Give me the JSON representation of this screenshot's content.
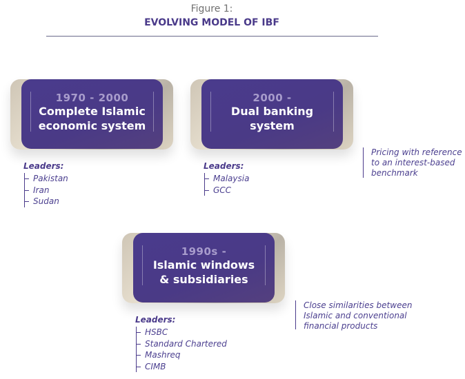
{
  "header": {
    "figure_label": "Figure 1:",
    "title": "EVOLVING MODEL OF IBF"
  },
  "stages": [
    {
      "period": "1970 - 2000",
      "title_line1": "Complete Islamic",
      "title_line2": "economic system",
      "leaders_label": "Leaders:",
      "leaders": [
        "Pakistan",
        "Iran",
        "Sudan"
      ]
    },
    {
      "period": "2000 -",
      "title_line1": "Dual banking",
      "title_line2": "system",
      "leaders_label": "Leaders:",
      "leaders": [
        "Malaysia",
        "GCC"
      ],
      "note": [
        "Pricing with reference",
        "to an interest-based",
        "benchmark"
      ]
    },
    {
      "period": "1990s -",
      "title_line1": "Islamic windows",
      "title_line2": "& subsidiaries",
      "leaders_label": "Leaders:",
      "leaders": [
        "HSBC",
        "Standard Chartered",
        "Mashreq",
        "CIMB"
      ],
      "note": [
        "Close similarities between",
        "Islamic and conventional",
        "financial products"
      ]
    }
  ],
  "colors": {
    "accent": "#4a3a8a"
  }
}
